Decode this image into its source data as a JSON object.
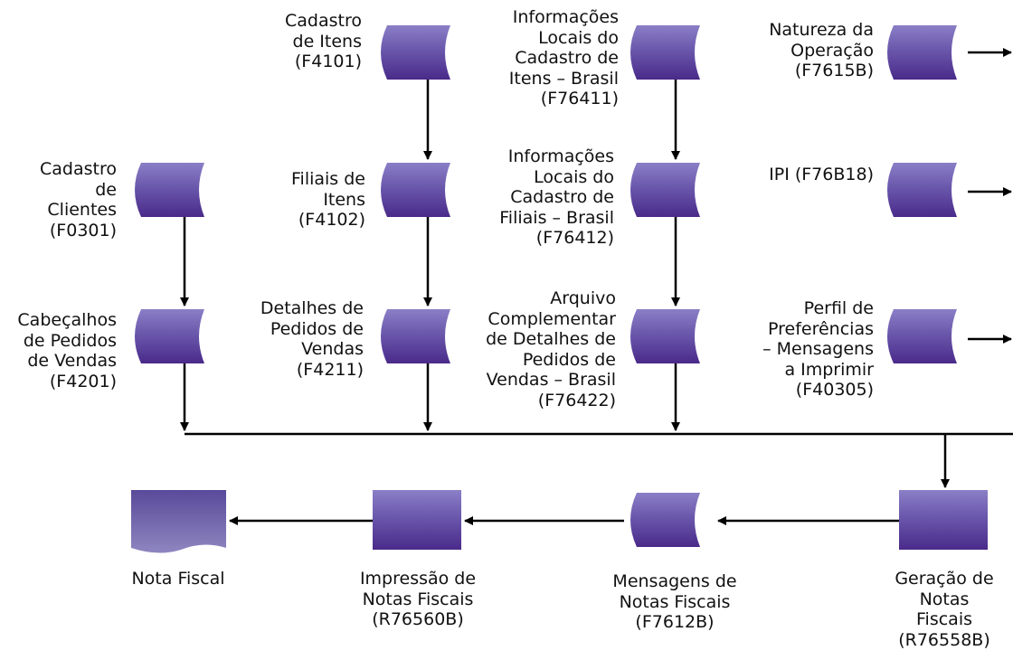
{
  "nodes": {
    "cadastro_itens": [
      "Cadastro",
      "de Itens",
      "(F4101)"
    ],
    "info_locais_itens": [
      "Informações",
      "Locais do",
      "Cadastro de",
      "Itens – Brasil",
      "(F76411)"
    ],
    "natureza_operacao": [
      "Natureza da",
      "Operação",
      "(F7615B)"
    ],
    "cadastro_clientes": [
      "Cadastro",
      "de",
      "Clientes",
      "(F0301)"
    ],
    "filiais_itens": [
      "Filiais de",
      "Itens",
      "(F4102)"
    ],
    "info_locais_filiais": [
      "Informações",
      "Locais do",
      "Cadastro de",
      "Filiais – Brasil",
      "(F76412)"
    ],
    "ipi": [
      "IPI (F76B18)"
    ],
    "cabecalhos_pedidos": [
      "Cabeçalhos",
      "de Pedidos",
      "de Vendas",
      "(F4201)"
    ],
    "detalhes_pedidos": [
      "Detalhes de",
      "Pedidos de",
      "Vendas",
      "(F4211)"
    ],
    "arquivo_complementar": [
      "Arquivo",
      "Complementar",
      "de Detalhes de",
      "Pedidos de",
      "Vendas – Brasil",
      "(F76422)"
    ],
    "perfil_preferencias": [
      "Perfil de",
      "Preferências",
      "– Mensagens",
      "a Imprimir",
      "(F40305)"
    ],
    "nota_fiscal": [
      "Nota Fiscal"
    ],
    "impressao_notas": [
      "Impressão de",
      "Notas Fiscais",
      "(R76560B)"
    ],
    "mensagens_notas": [
      "Mensagens de",
      "Notas Fiscais",
      "(F7612B)"
    ],
    "geracao_notas": [
      "Geração de",
      "Notas",
      "Fiscais",
      "(R76558B)"
    ]
  },
  "colors": {
    "shape_top": "#8b7fc7",
    "shape_bottom": "#4a2a8a",
    "document_fill": "#6c5fae",
    "arrow": "#000000"
  }
}
